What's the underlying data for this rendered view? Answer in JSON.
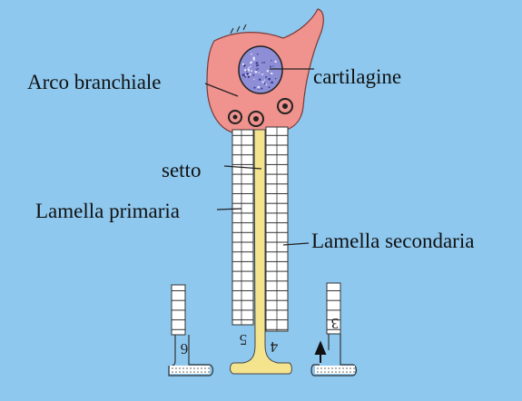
{
  "labels": {
    "arch": "Arco branchiale",
    "cartilage": "cartilagine",
    "septum": "setto",
    "primary": "Lamella primaria",
    "secondary": "Lamella secondaria"
  },
  "digits": {
    "n6": "6",
    "n5": "5",
    "n4": "4",
    "n3": "3"
  },
  "colors": {
    "background": "#8ec8ee",
    "arch_fill": "#f0928d",
    "cartilage_fill": "#8e8ed6",
    "septum_fill": "#f4e48e",
    "lamella_fill": "#ffffff",
    "outline": "#2a2a2a"
  }
}
